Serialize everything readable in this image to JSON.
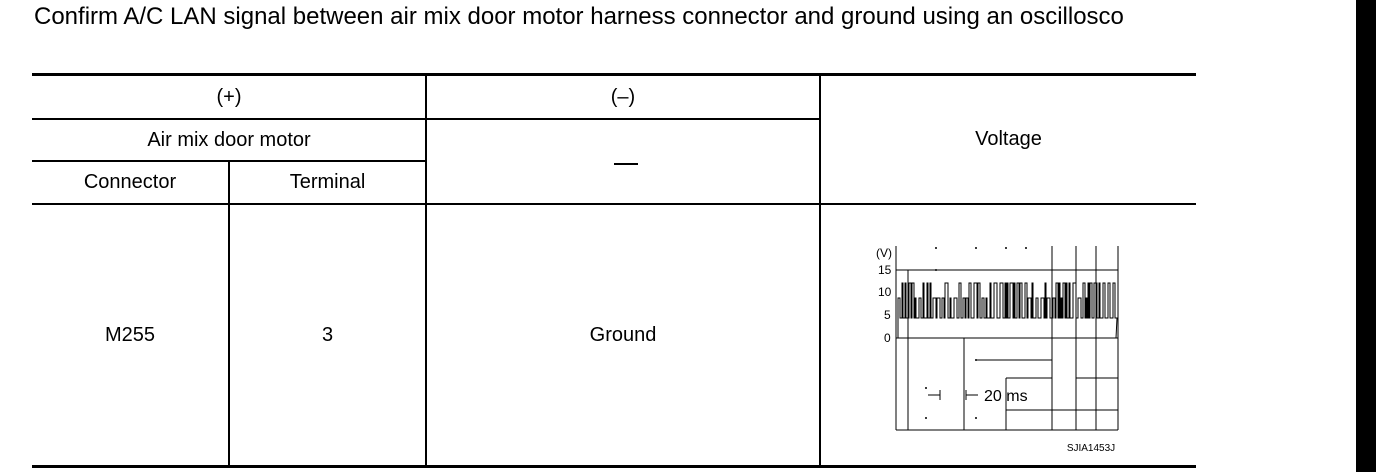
{
  "instruction": "Confirm A/C LAN signal between air mix door motor harness connector and ground using an oscillosco",
  "table": {
    "plus_header": "(+)",
    "minus_header": "(–)",
    "component": "Air mix door motor",
    "connector_header": "Connector",
    "terminal_header": "Terminal",
    "minus_value": "—",
    "voltage_header": "Voltage",
    "connector_value": "M255",
    "terminal_value": "3",
    "ground_value": "Ground"
  },
  "scope": {
    "unit_label": "(V)",
    "y_ticks": [
      "15",
      "10",
      "5",
      "0"
    ],
    "time_label": "20  ms",
    "figure_id": "SJIA1453J"
  }
}
